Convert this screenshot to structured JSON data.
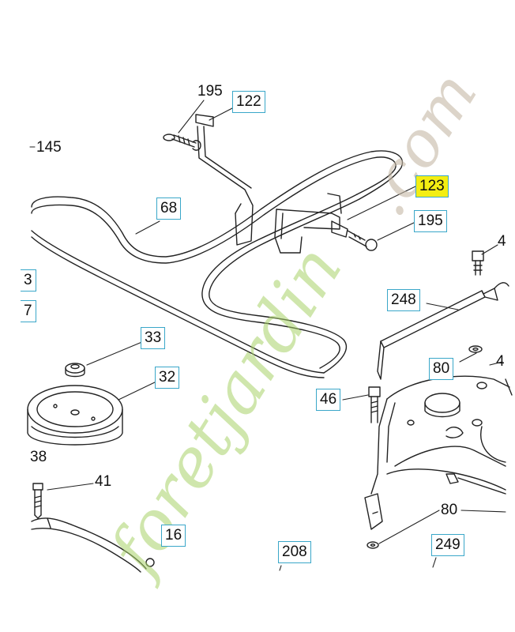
{
  "labels": {
    "l195a": "195",
    "l122": "122",
    "l145": "145",
    "l68": "68",
    "l123": "123",
    "l195b": "195",
    "l4a": "4",
    "l3": "3",
    "l7": "7",
    "l248": "248",
    "l33": "33",
    "l32": "32",
    "l80a": "80",
    "l4b": "4",
    "l46": "46",
    "l38": "38",
    "l41": "41",
    "l80b": "80",
    "l16": "16",
    "l208": "208",
    "l249": "249"
  },
  "watermark": {
    "main": "foretjardin",
    "suffix": ".com"
  },
  "colors": {
    "label_box_border": "#3aa7c9",
    "highlight": "#f4ee12",
    "watermark_green": "#a9d36a",
    "watermark_gray": "#c6b9a6"
  }
}
